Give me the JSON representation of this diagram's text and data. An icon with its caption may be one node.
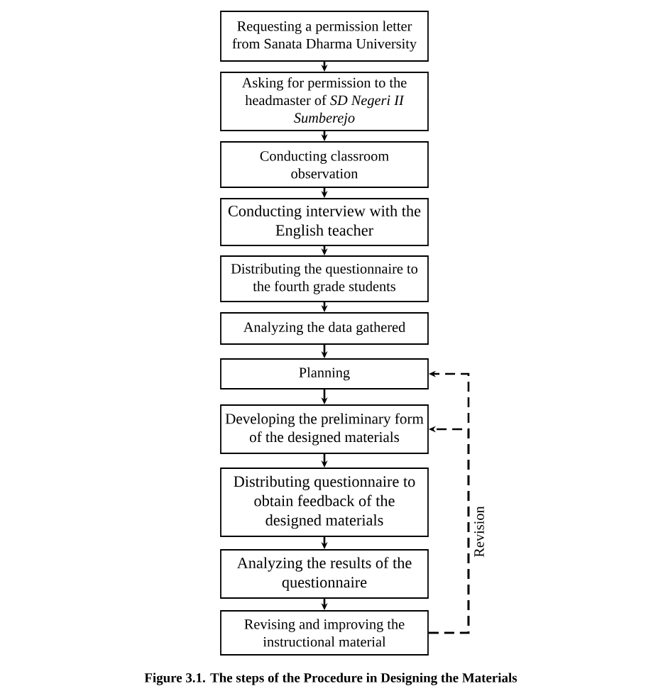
{
  "diagram": {
    "caption": "Figure 3.1. The steps of the Procedure in Designing the Materials",
    "nodes": [
      {
        "text": [
          "Requesting a permission letter from Sanata Dharma University"
        ]
      },
      {
        "text": [
          "Asking for permission to the headmaster of *SD Negeri II Sumberejo*"
        ]
      },
      {
        "text": [
          "Conducting classroom observation"
        ]
      },
      {
        "text": [
          "Conducting interview with the English teacher"
        ]
      },
      {
        "text": [
          "Distributing the questionnaire to the fourth grade students"
        ]
      },
      {
        "text": [
          "Analyzing the data gathered"
        ]
      },
      {
        "text": [
          "Planning"
        ]
      },
      {
        "text": [
          "Developing the preliminary form of the designed materials"
        ]
      },
      {
        "text": [
          "Distributing questionnaire to obtain feedback of the designed materials"
        ]
      },
      {
        "text": [
          "Analyzing the results of the questionnaire"
        ]
      },
      {
        "text": [
          "Revising and improving the instructional material"
        ]
      }
    ],
    "edges": [
      {
        "from": 0,
        "to": 1,
        "arrow": "to"
      },
      {
        "from": 1,
        "to": 2,
        "arrow": "to"
      },
      {
        "from": 2,
        "to": 3,
        "arrow": "to"
      },
      {
        "from": 3,
        "to": 4,
        "arrow": "to"
      },
      {
        "from": 4,
        "to": 5,
        "arrow": "to"
      },
      {
        "from": 5,
        "to": 6,
        "arrow": "to"
      },
      {
        "from": 6,
        "to": 7,
        "arrow": "to"
      },
      {
        "from": 7,
        "to": 8,
        "arrow": "to"
      },
      {
        "from": 8,
        "to": 9,
        "arrow": "to"
      },
      {
        "from": 9,
        "to": 10,
        "arrow": "to"
      },
      {
        "from": 10,
        "to": 6,
        "arrow": "to",
        "style": "dashed",
        "label": "Revision"
      },
      {
        "from": 10,
        "to": 7,
        "arrow": "to",
        "style": "dashed"
      }
    ]
  }
}
